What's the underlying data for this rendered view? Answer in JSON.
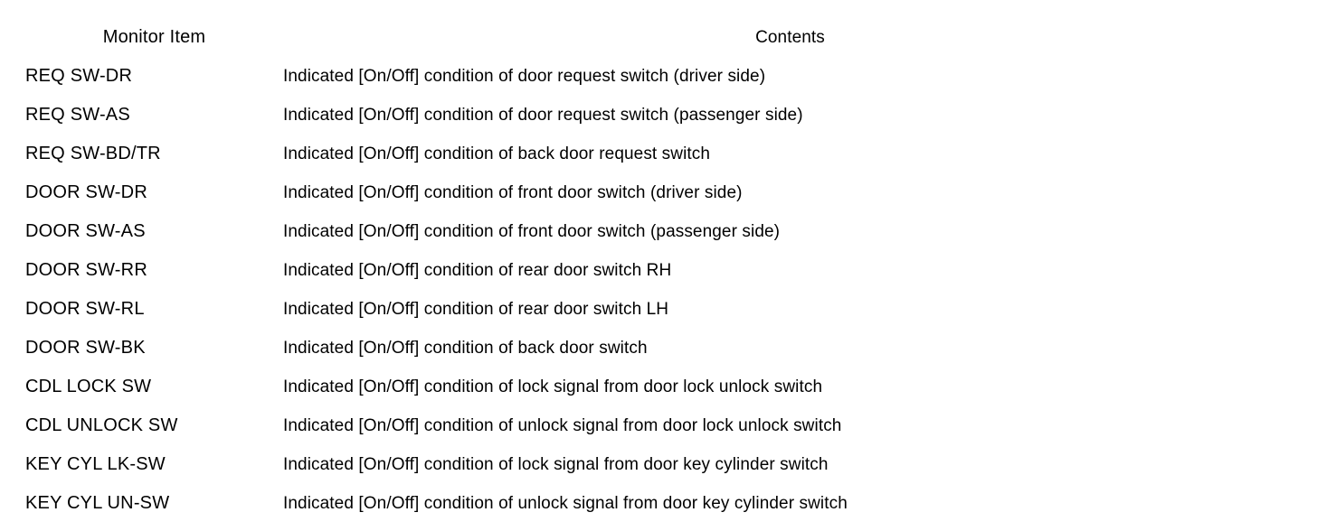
{
  "table": {
    "name": "monitor-item-table",
    "columns": [
      {
        "key": "monitor_item",
        "header": "Monitor Item"
      },
      {
        "key": "contents",
        "header": "Contents"
      }
    ],
    "rows": [
      {
        "monitor_item": "REQ SW-DR",
        "contents": "Indicated [On/Off] condition of door request switch (driver side)"
      },
      {
        "monitor_item": "REQ SW-AS",
        "contents": "Indicated [On/Off] condition of door request switch (passenger side)"
      },
      {
        "monitor_item": "REQ SW-BD/TR",
        "contents": "Indicated [On/Off] condition of back door request switch"
      },
      {
        "monitor_item": "DOOR SW-DR",
        "contents": "Indicated [On/Off] condition of front door switch (driver side)"
      },
      {
        "monitor_item": "DOOR SW-AS",
        "contents": "Indicated [On/Off] condition of front door switch (passenger side)"
      },
      {
        "monitor_item": "DOOR SW-RR",
        "contents": "Indicated [On/Off] condition of rear door switch RH"
      },
      {
        "monitor_item": "DOOR SW-RL",
        "contents": "Indicated [On/Off] condition of rear door switch LH"
      },
      {
        "monitor_item": "DOOR SW-BK",
        "contents": "Indicated [On/Off] condition of back door switch"
      },
      {
        "monitor_item": "CDL LOCK SW",
        "contents": "Indicated [On/Off] condition of lock signal from door lock unlock switch"
      },
      {
        "monitor_item": "CDL UNLOCK SW",
        "contents": "Indicated [On/Off] condition of unlock signal from door lock unlock switch"
      },
      {
        "monitor_item": "KEY CYL LK-SW",
        "contents": "Indicated [On/Off] condition of lock signal from door key cylinder switch"
      },
      {
        "monitor_item": "KEY CYL UN-SW",
        "contents": "Indicated [On/Off] condition of unlock signal from door key cylinder switch"
      }
    ]
  },
  "colors": {
    "rule": "#000000",
    "text": "#000000",
    "background": "#ffffff"
  }
}
